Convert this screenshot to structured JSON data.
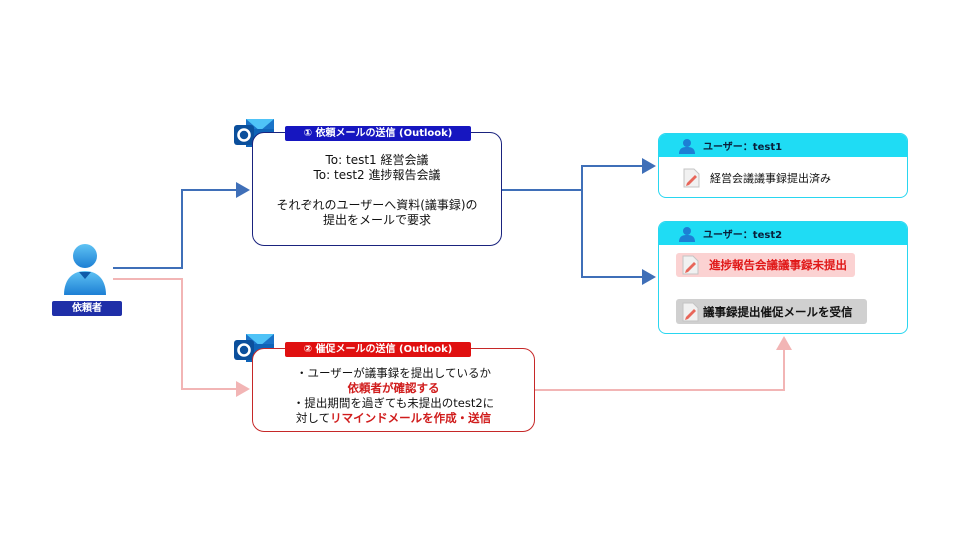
{
  "requester": {
    "label": "依頼者",
    "icon": "user-icon"
  },
  "step1": {
    "title": "① 依頼メールの送信 (Outlook)",
    "icon": "outlook-icon",
    "line1": "To: test1 経営会議",
    "line2": "To: test2 進捗報告会議",
    "line3": "それぞれのユーザーへ資料(議事録)の",
    "line4": "提出をメールで要求",
    "color": "#1616c0"
  },
  "step2": {
    "title": "② 催促メールの送信 (Outlook)",
    "icon": "outlook-icon",
    "line1": "・ユーザーが議事録を提出しているか",
    "line2": "依頼者が確認する",
    "line3": "・提出期間を過ぎても未提出のtest2に",
    "line4_prefix": "対して",
    "line4_emphasis": "リマインドメールを作成・送信",
    "color": "#e01010"
  },
  "user1": {
    "header": "ユーザー：test1",
    "status": "経営会議議事録提出済み",
    "icon": "document-icon"
  },
  "user2": {
    "header": "ユーザー：test2",
    "status_missing": "進捗報告会議議事録未提出",
    "status_mail": "議事録提出催促メールを受信",
    "icon": "document-icon"
  },
  "colors": {
    "flow_primary": "#3f6fb8",
    "flow_reminder": "#f2b5b5",
    "panel_accent": "#1fdcf4"
  }
}
